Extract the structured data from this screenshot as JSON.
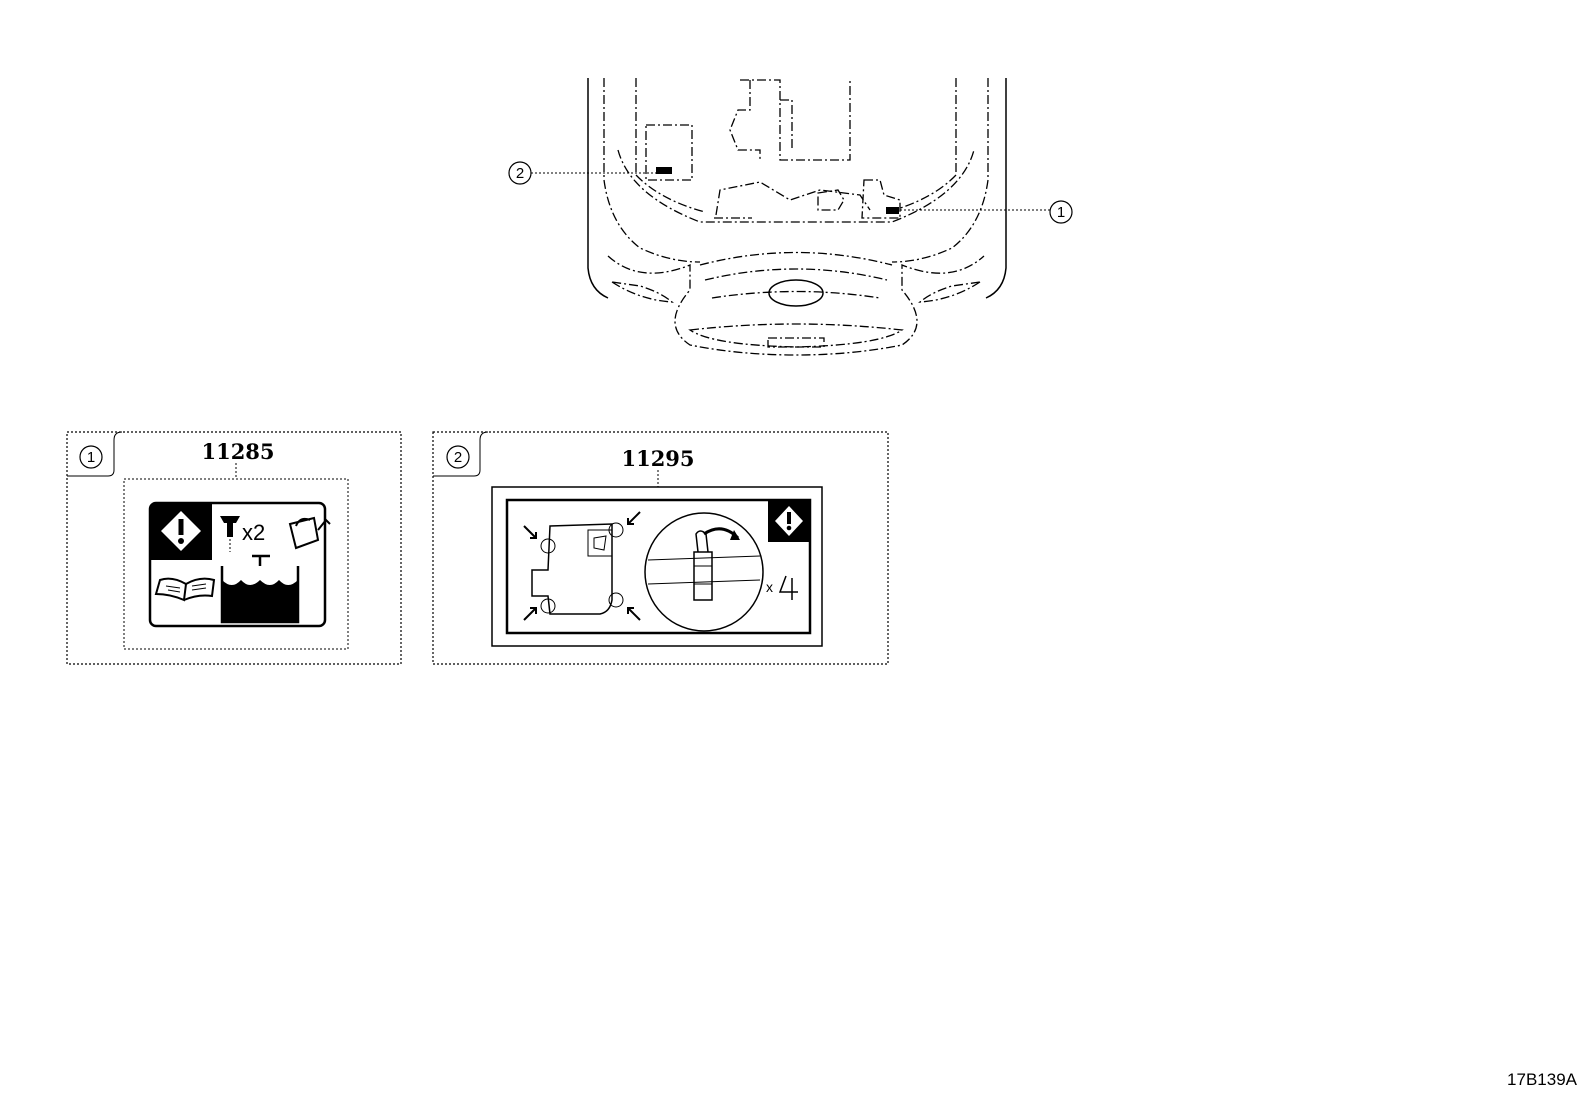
{
  "callouts": [
    {
      "number": "1",
      "part_number": "11285"
    },
    {
      "number": "2",
      "part_number": "11295"
    }
  ],
  "label2_multiplier": "x 4",
  "label1_multiplier": "x2",
  "drawing_code": "17B139A",
  "icons": [
    "warning-icon",
    "screw-icon",
    "watering-can-icon",
    "manual-book-icon",
    "reservoir-icon",
    "arrow-icon",
    "rotate-arrow-icon"
  ]
}
